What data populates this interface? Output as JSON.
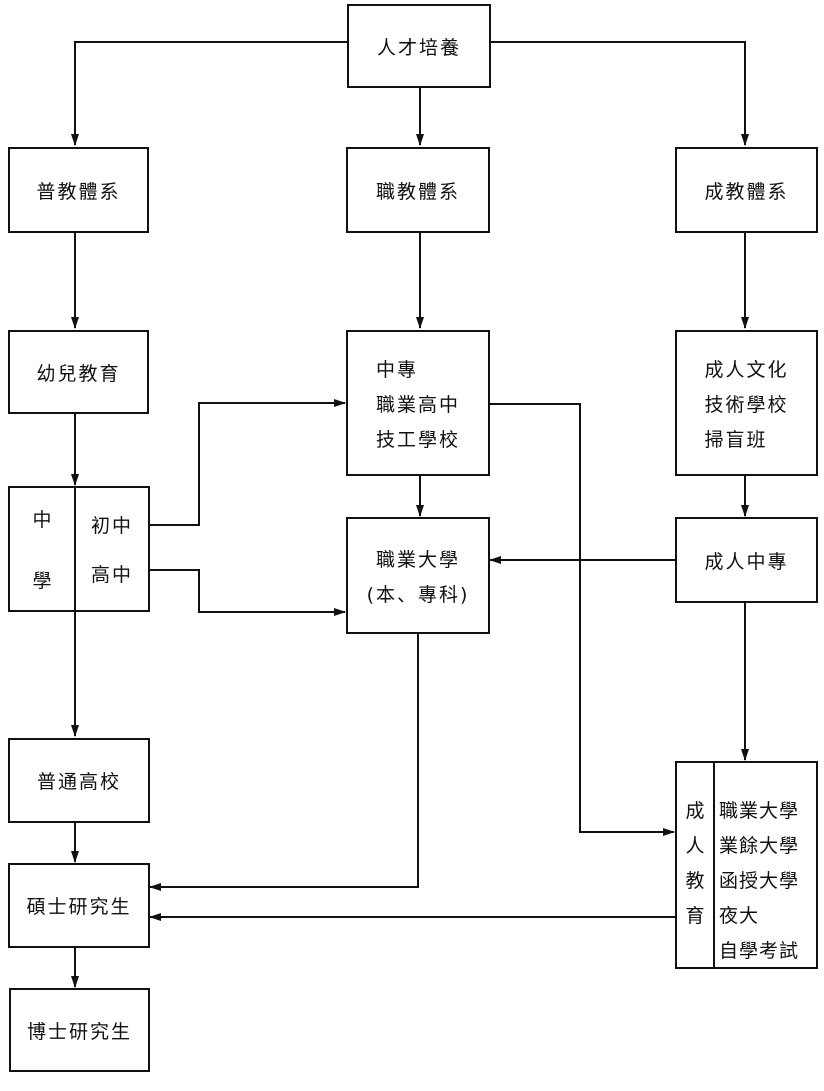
{
  "diagram": {
    "root": "人才培養",
    "systems": {
      "general": "普教體系",
      "vocational": "職教體系",
      "adult": "成教體系"
    },
    "general_column": {
      "preschool": "幼兒教育",
      "middle_school": {
        "side_label": [
          "中",
          "學"
        ],
        "items": [
          "初中",
          "高中"
        ]
      },
      "university": "普通高校",
      "masters": "碩士研究生",
      "doctorate": "博士研究生"
    },
    "vocational_column": {
      "secondary": [
        "中專",
        "職業高中",
        "技工學校"
      ],
      "university": [
        "職業大學",
        "(本、專科)"
      ]
    },
    "adult_column": {
      "basic": [
        "成人文化",
        "技術學校",
        "掃盲班"
      ],
      "secondary": "成人中專",
      "adult_education": {
        "side_label": [
          "成",
          "人",
          "教",
          "育"
        ],
        "items": [
          "職業大學",
          "業餘大學",
          "函授大學",
          "夜大",
          "自學考試"
        ]
      }
    }
  }
}
